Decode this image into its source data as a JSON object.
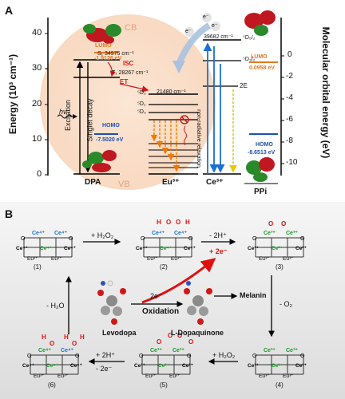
{
  "panel_a": {
    "letter": "A",
    "y_left_label": "Energy (10³ cm⁻¹)",
    "y_right_label": "Molecular orbital energy (eV)",
    "left_ticks": [
      "40",
      "30",
      "20",
      "10",
      "0"
    ],
    "right_ticks": [
      "0",
      "-2",
      "-4",
      "-6",
      "-8",
      "-10"
    ],
    "cb": "CB",
    "vb": "VB",
    "s1": "S₁ 34975 cm⁻¹",
    "t1": "T₁ 28267 cm⁻¹",
    "isc": "ISC",
    "et": "ET",
    "hv": "hν",
    "excitation": "Excitation",
    "singlet_decay": "Singlet decay",
    "lumo_dpa_title": "LUMO",
    "lumo_dpa_value": "-1.9126 eV",
    "homo_dpa_title": "HOMO",
    "homo_dpa_value": "-7.5020 eV",
    "eu_5d2": "⁵D₂",
    "eu_5d1": "⁵D₁",
    "eu_5d0": "⁵D₀",
    "eu_value": "21480 cm⁻¹",
    "non_radiative": "non-radiative relaxation",
    "ce_top": "39682 cm⁻¹",
    "ce_5d52": "⁵D₅/₂",
    "ce_5d32": "⁵D₃/₂",
    "ce_2e": "2E",
    "electron": "e⁻",
    "lumo_ppi_title": "LUMO",
    "lumo_ppi_value": "0.0958 eV",
    "homo_ppi_title": "HOMO",
    "homo_ppi_value": "-8.6513 eV",
    "label_dpa": "DPA",
    "label_eu": "Eu³⁺",
    "label_ce": "Ce³⁺",
    "label_ppi": "PPi"
  },
  "panel_b": {
    "letter": "B",
    "states": [
      "(1)",
      "(2)",
      "(3)",
      "(4)",
      "(5)",
      "(6)"
    ],
    "step_12": "+ H₂O₂",
    "step_23": "- 2H⁺",
    "step_23b": "+ 2e⁻",
    "step_34": "- O₂",
    "step_45": "+ H₂O₂",
    "step_56a": "+ 2H⁺",
    "step_56b": "- 2e⁻",
    "step_61": "- H₂O",
    "center_2e": "2e⁻",
    "oxidation": "Oxidation",
    "levodopa": "Levodopa",
    "dopaquinone": "L-Dopaquinone",
    "melanin": "Melanin",
    "ce4": "Ce⁴⁺",
    "ce3": "Ce³⁺",
    "eu3": "Eu³⁺",
    "o": "O",
    "h": "H"
  }
}
